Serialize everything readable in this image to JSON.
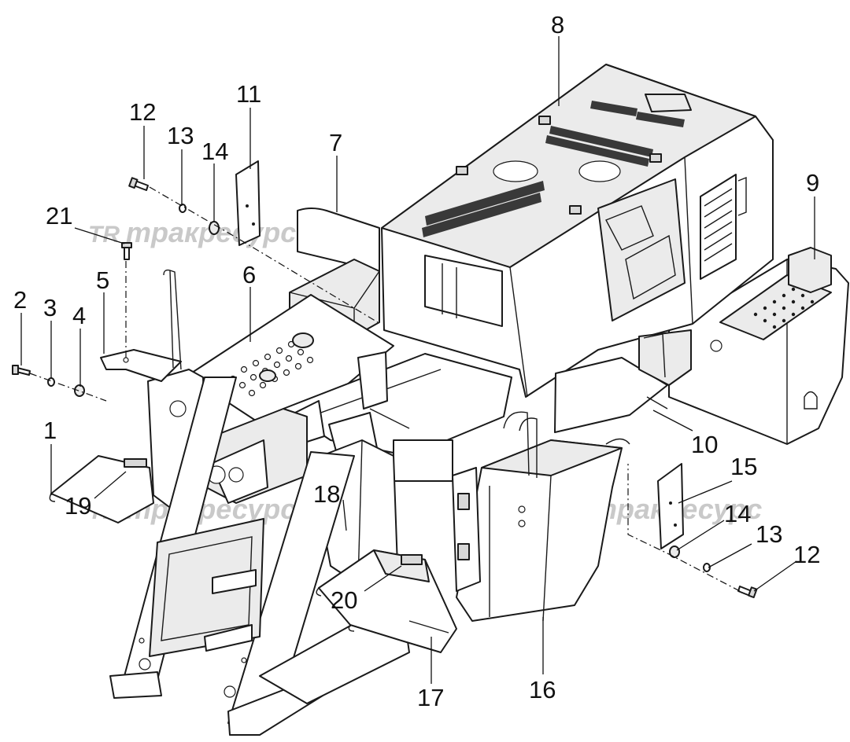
{
  "watermark": {
    "logo_text": "TR",
    "text": "тракресурс",
    "positions": 4
  },
  "callouts": [
    {
      "id": "c1",
      "label": "1"
    },
    {
      "id": "c2",
      "label": "2"
    },
    {
      "id": "c3",
      "label": "3"
    },
    {
      "id": "c4",
      "label": "4"
    },
    {
      "id": "c5",
      "label": "5"
    },
    {
      "id": "c6",
      "label": "6"
    },
    {
      "id": "c7",
      "label": "7"
    },
    {
      "id": "c8",
      "label": "8"
    },
    {
      "id": "c9",
      "label": "9"
    },
    {
      "id": "c10",
      "label": "10"
    },
    {
      "id": "c11",
      "label": "11"
    },
    {
      "id": "c12a",
      "label": "12"
    },
    {
      "id": "c12b",
      "label": "12"
    },
    {
      "id": "c13a",
      "label": "13"
    },
    {
      "id": "c13b",
      "label": "13"
    },
    {
      "id": "c14a",
      "label": "14"
    },
    {
      "id": "c14b",
      "label": "14"
    },
    {
      "id": "c15",
      "label": "15"
    },
    {
      "id": "c16",
      "label": "16"
    },
    {
      "id": "c17",
      "label": "17"
    },
    {
      "id": "c18",
      "label": "18"
    },
    {
      "id": "c19",
      "label": "19"
    },
    {
      "id": "c20",
      "label": "20"
    },
    {
      "id": "c21",
      "label": "21"
    }
  ],
  "colors": {
    "line": "#1a1a1a",
    "watermark": "#c9c9c9",
    "background": "#ffffff"
  }
}
